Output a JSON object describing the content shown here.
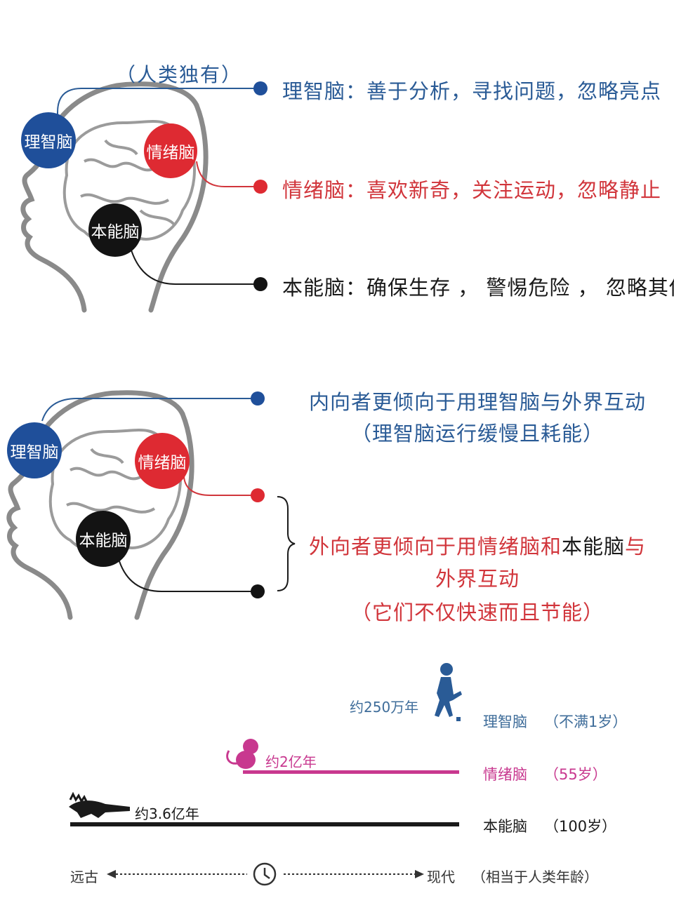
{
  "panel1": {
    "note": "（人类独有）",
    "circle_rational": "理智脑",
    "circle_emotional": "情绪脑",
    "circle_instinct": "本能脑",
    "line_rational": "理智脑：善于分析，寻找问题，忽略亮点",
    "line_emotional": "情绪脑：喜欢新奇，关注运动，忽略静止",
    "line_instinct": "本能脑：确保生存 ， 警惕危险 ， 忽略其他"
  },
  "panel2": {
    "circle_rational": "理智脑",
    "circle_emotional": "情绪脑",
    "circle_instinct": "本能脑",
    "introvert_line1": "内向者更倾向于用理智脑与外界互动",
    "introvert_line2": "（理智脑运行缓慢且耗能）",
    "extrovert_part1": "外向者更倾向于用情绪脑和",
    "extrovert_part2": "本能脑",
    "extrovert_part3": "与",
    "extrovert_line2": "外界互动",
    "extrovert_line3": "（它们不仅快速而且节能）"
  },
  "timeline": {
    "rational_age": "约250万年",
    "emotional_age": "约2亿年",
    "instinct_age": "约3.6亿年",
    "rational_label": "理智脑",
    "rational_human": "（不满1岁）",
    "emotional_label": "情绪脑",
    "emotional_human": "（55岁）",
    "instinct_label": "本能脑",
    "instinct_human": "（100岁）",
    "axis_left": "远古",
    "axis_right": "现代",
    "axis_note": "（相当于人类年龄）"
  },
  "colors": {
    "blue": "#1f4f9a",
    "red": "#de2a32",
    "black": "#131313",
    "magenta": "#c8388f"
  }
}
